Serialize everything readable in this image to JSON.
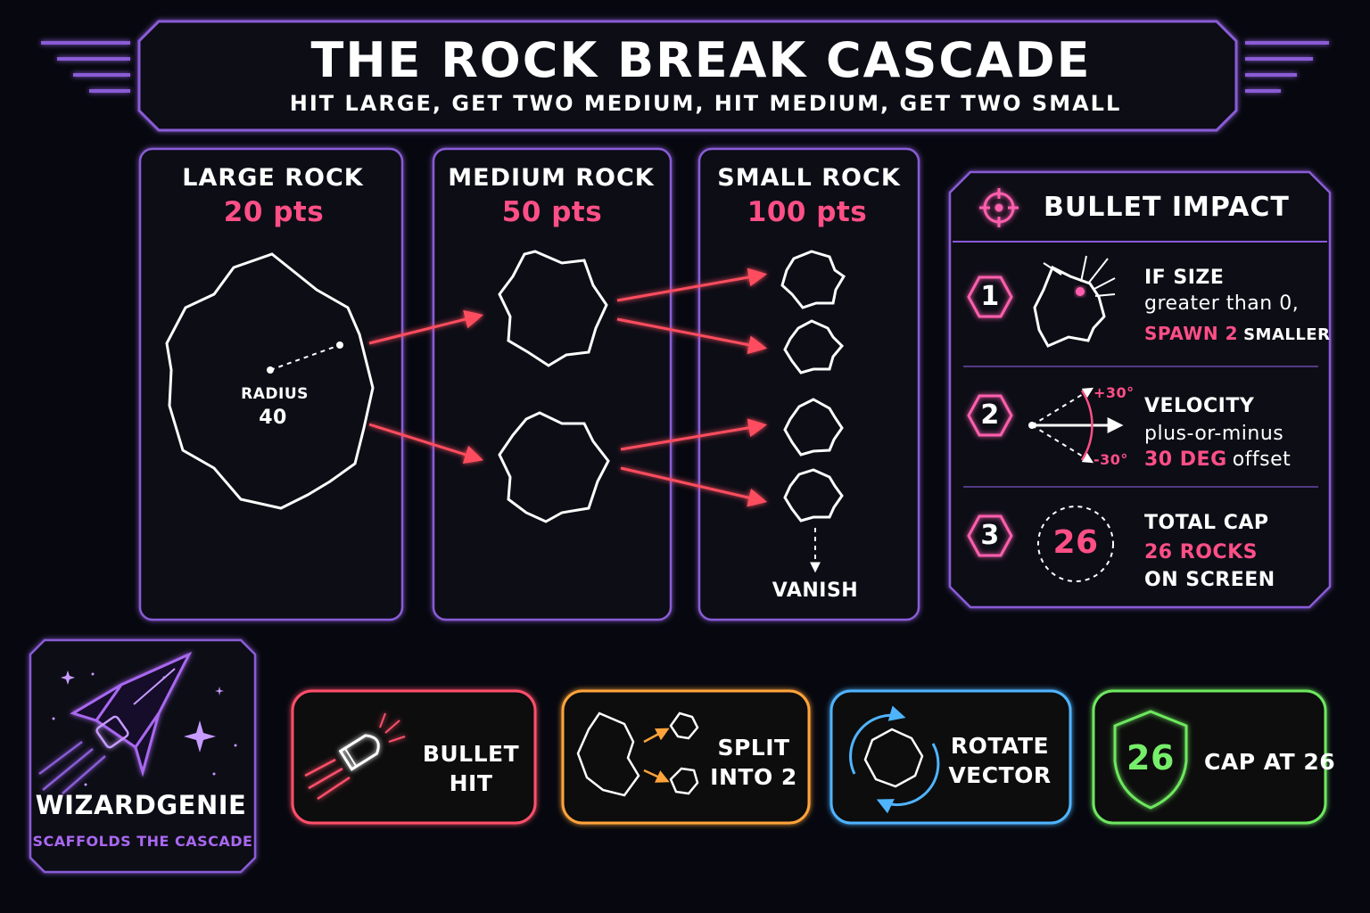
{
  "header": {
    "title": "THE ROCK BREAK CASCADE",
    "subtitle": "HIT LARGE, GET TWO MEDIUM, HIT MEDIUM, GET TWO SMALL"
  },
  "panels": [
    {
      "name": "LARGE ROCK",
      "points": "20 pts"
    },
    {
      "name": "MEDIUM ROCK",
      "points": "50 pts"
    },
    {
      "name": "SMALL ROCK",
      "points": "100 pts"
    }
  ],
  "large_rock": {
    "radius_label": "RADIUS",
    "radius_value": "40"
  },
  "small_rock": {
    "vanish_label": "VANISH"
  },
  "impact": {
    "title": "BULLET IMPACT",
    "steps": [
      {
        "number": "1",
        "line1": "IF SIZE",
        "line2": "greater than 0,",
        "line3_highlight": "SPAWN 2",
        "line3_rest": "SMALLER"
      },
      {
        "number": "2",
        "line1": "VELOCITY",
        "line2": "plus-or-minus",
        "line3_highlight": "30 DEG",
        "line3_rest": "offset",
        "angle_plus": "+30°",
        "angle_minus": "-30°"
      },
      {
        "number": "3",
        "line1": "TOTAL CAP",
        "line2_highlight": "26 ROCKS",
        "line3": "ON SCREEN",
        "badge": "26"
      }
    ]
  },
  "brand": {
    "name": "WIZARDGENIE",
    "tagline": "SCAFFOLDS THE CASCADE"
  },
  "cards": [
    {
      "label": "BULLET HIT",
      "color": "#ff4f6a"
    },
    {
      "label": "SPLIT INTO 2",
      "color": "#ffa43a"
    },
    {
      "label": "ROTATE VECTOR",
      "color": "#4fb4ff"
    },
    {
      "label": "CAP AT 26",
      "badge": "26",
      "color": "#6ee85e"
    }
  ],
  "colors": {
    "background": "#07080f",
    "panel_border": "#8a5bd6",
    "accent_pink": "#ff4f86",
    "arrow_red": "#ff4d5e",
    "brand_purple": "#a968f0"
  }
}
